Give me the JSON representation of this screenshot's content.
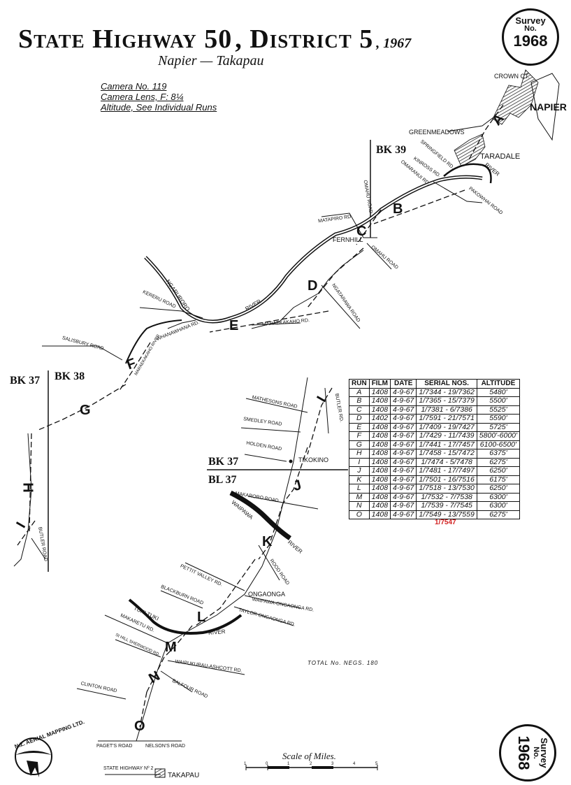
{
  "header": {
    "title_main": "State Highway 50",
    "title_district": ", District 5",
    "title_year": ", 1967",
    "subtitle": "Napier — Takapau"
  },
  "camera": {
    "line1": "Camera No. 119",
    "line2": "Camera Lens, F: 8¼",
    "line3": "Altitude, See Individual Runs"
  },
  "seal_top": {
    "line1": "Survey",
    "line2": "No.",
    "line3": "1968"
  },
  "seal_bottom": {
    "line1": "Survey",
    "line2": "No.",
    "line3": "1968"
  },
  "sheets": {
    "bk39": "BK 39",
    "bk37_left": "BK 37",
    "bk38": "BK 38",
    "bk37_mid": "BK 37",
    "bl37": "BL 37"
  },
  "places": {
    "crown_ct": "CROWN CT.",
    "napier": "NAPIER",
    "greenmeadows": "GREENMEADOWS",
    "taradale": "TARADALE",
    "fernhill": "FERNHILL",
    "tikokino": "TIKOKINO",
    "ongaonga": "ONGAONGA",
    "takapau": "TAKAPAU"
  },
  "roads": {
    "springfield": "SPRINGFIELD RD.",
    "kinross": "KINROSS RD.",
    "omaranui": "OMARANUI RD.",
    "pakowhai": "PAKOWHAI ROAD",
    "omahu1": "OMAHU ROAD",
    "matapiro": "MATAPIRO RD.",
    "omahu2": "OMAHU ROAD",
    "ngatarawa": "NGATARAWA ROAD",
    "kereru": "KERERU ROAD",
    "whanawhana": "WHANAWHANA RD.",
    "maraekakaho": "MARAEKAKAHO RD.",
    "salisbury": "SALISBURY ROAD",
    "mathesons": "MATHESONS ROAD",
    "smedley": "SMEDLEY ROAD",
    "holden": "HOLDEN ROAD",
    "butler1": "BUTLER RD.",
    "butler2": "BUTLER ROAD",
    "makaroro": "MAKARORO ROAD",
    "rood": "ROOD ROAD",
    "pettit": "PETTIT VALLEY RD.",
    "blackburn": "BLACKBURN ROAD",
    "waipawa_ongaonga": "WAIPAWA-ONGAONGA RD.",
    "taylor": "TAYLOR ONGAONGA RD.",
    "makaretu": "MAKARETU RD.",
    "st_hill": "St HILL SHERWOOD RD.",
    "waipukurau": "WAIPUKURAU-ASHCOTT RD.",
    "balfour": "BALFOUR ROAD",
    "clinton": "CLINTON ROAD",
    "pagets": "PAGET'S ROAD",
    "nelsons": "NELSON'S ROAD",
    "sh2": "STATE HIGHWAY Nº 2"
  },
  "rivers": {
    "tutaekuri": "RIVER",
    "ngaruroro": "NGARURORO",
    "ngaruroro_river": "RIVER",
    "maraekakaho_river": "MARAEKAKAHO RIVER",
    "waipawa": "WAIPAWA",
    "waipawa_river": "RIVER",
    "tukituki": "TUKI TUKI",
    "tukituki_river": "RIVER"
  },
  "runs_labels": [
    "A",
    "B",
    "C",
    "D",
    "E",
    "F",
    "G",
    "H",
    "I",
    "I",
    "J",
    "K",
    "L",
    "M",
    "N",
    "O"
  ],
  "table": {
    "headers": [
      "RUN",
      "FILM",
      "DATE",
      "SERIAL NOS.",
      "ALTITUDE"
    ],
    "rows": [
      [
        "A",
        "1408",
        "4-9-67",
        "1/7344 - 19/7362",
        "5480'"
      ],
      [
        "B",
        "1408",
        "4-9-67",
        "1/7365 - 15/7379",
        "5500'"
      ],
      [
        "C",
        "1408",
        "4-9-67",
        "1/7381 - 6/7386",
        "5525'"
      ],
      [
        "D",
        "1402",
        "4-9-67",
        "1/7591 - 21/7571",
        "5590'"
      ],
      [
        "E",
        "1408",
        "4-9-67",
        "1/7409 - 19/7427",
        "5725'"
      ],
      [
        "F",
        "1408",
        "4-9-67",
        "1/7429 - 11/7439",
        "5800'-6000'"
      ],
      [
        "G",
        "1408",
        "4-9-67",
        "1/7441 - 17/7457",
        "6100-6500'"
      ],
      [
        "H",
        "1408",
        "4-9-67",
        "1/7458 - 15/7472",
        "6375'"
      ],
      [
        "I",
        "1408",
        "4-9-67",
        "1/7474 - 5/7478",
        "6275'"
      ],
      [
        "J",
        "1408",
        "4-9-67",
        "1/7481 - 17/7497",
        "6250'"
      ],
      [
        "K",
        "1408",
        "4-9-67",
        "1/7501 - 16/7516",
        "6175'"
      ],
      [
        "L",
        "1408",
        "4-9-67",
        "1/7518 - 13/7530",
        "6250'"
      ],
      [
        "M",
        "1408",
        "4-9-67",
        "1/7532 - 7/7538",
        "6300'"
      ],
      [
        "N",
        "1408",
        "4-9-67",
        "1/7539 - 7/7545",
        "6300'"
      ],
      [
        "O",
        "1408",
        "4-9-67",
        "1/7549 - 13/7559",
        "6275'"
      ]
    ],
    "correction": "1/7547"
  },
  "total_negs": "TOTAL No. NEGS. 180",
  "scale": {
    "title": "Scale of Miles.",
    "ticks": [
      "1",
      "0",
      "1",
      "2",
      "3",
      "4",
      "5"
    ]
  },
  "logo_text": "N.Z. AERIAL MAPPING LTD."
}
